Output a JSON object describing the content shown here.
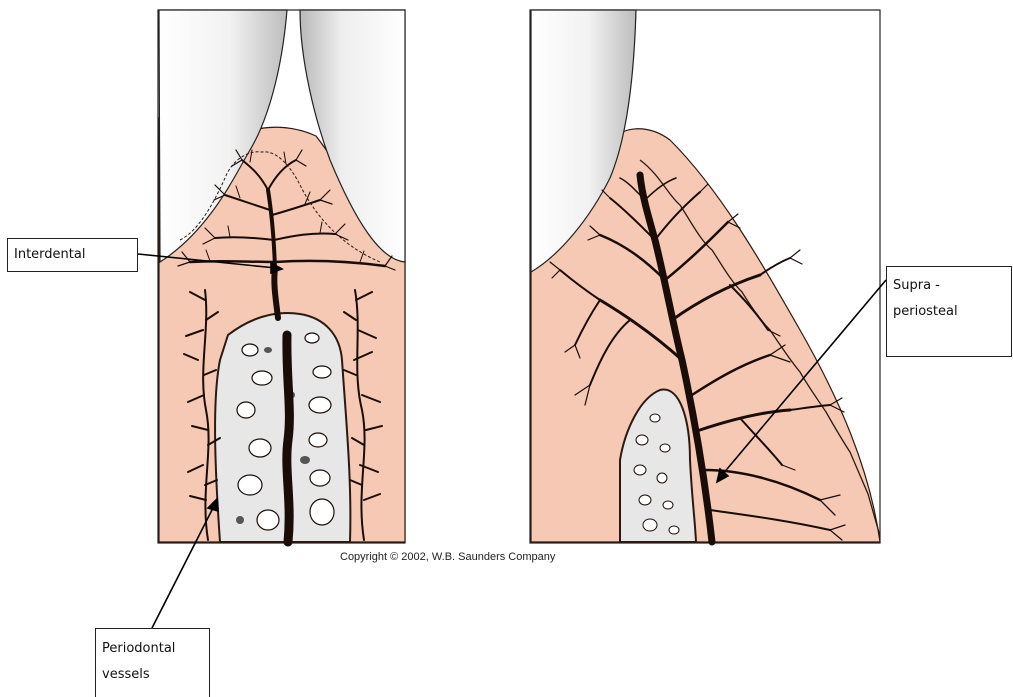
{
  "labels": {
    "interdental": "Interdental",
    "supra_line1": "Supra -",
    "supra_line2": "periosteal",
    "perio_line1": "Periodontal",
    "perio_line2": "vessels"
  },
  "copyright": "Copyright © 2002, W.B. Saunders Company",
  "colors": {
    "gingiva": "#f6c9b5",
    "gingiva_outline": "#2b1a12",
    "bone": "#e7e7e7",
    "tooth": "#ececec",
    "vessel": "#1a0d08"
  }
}
